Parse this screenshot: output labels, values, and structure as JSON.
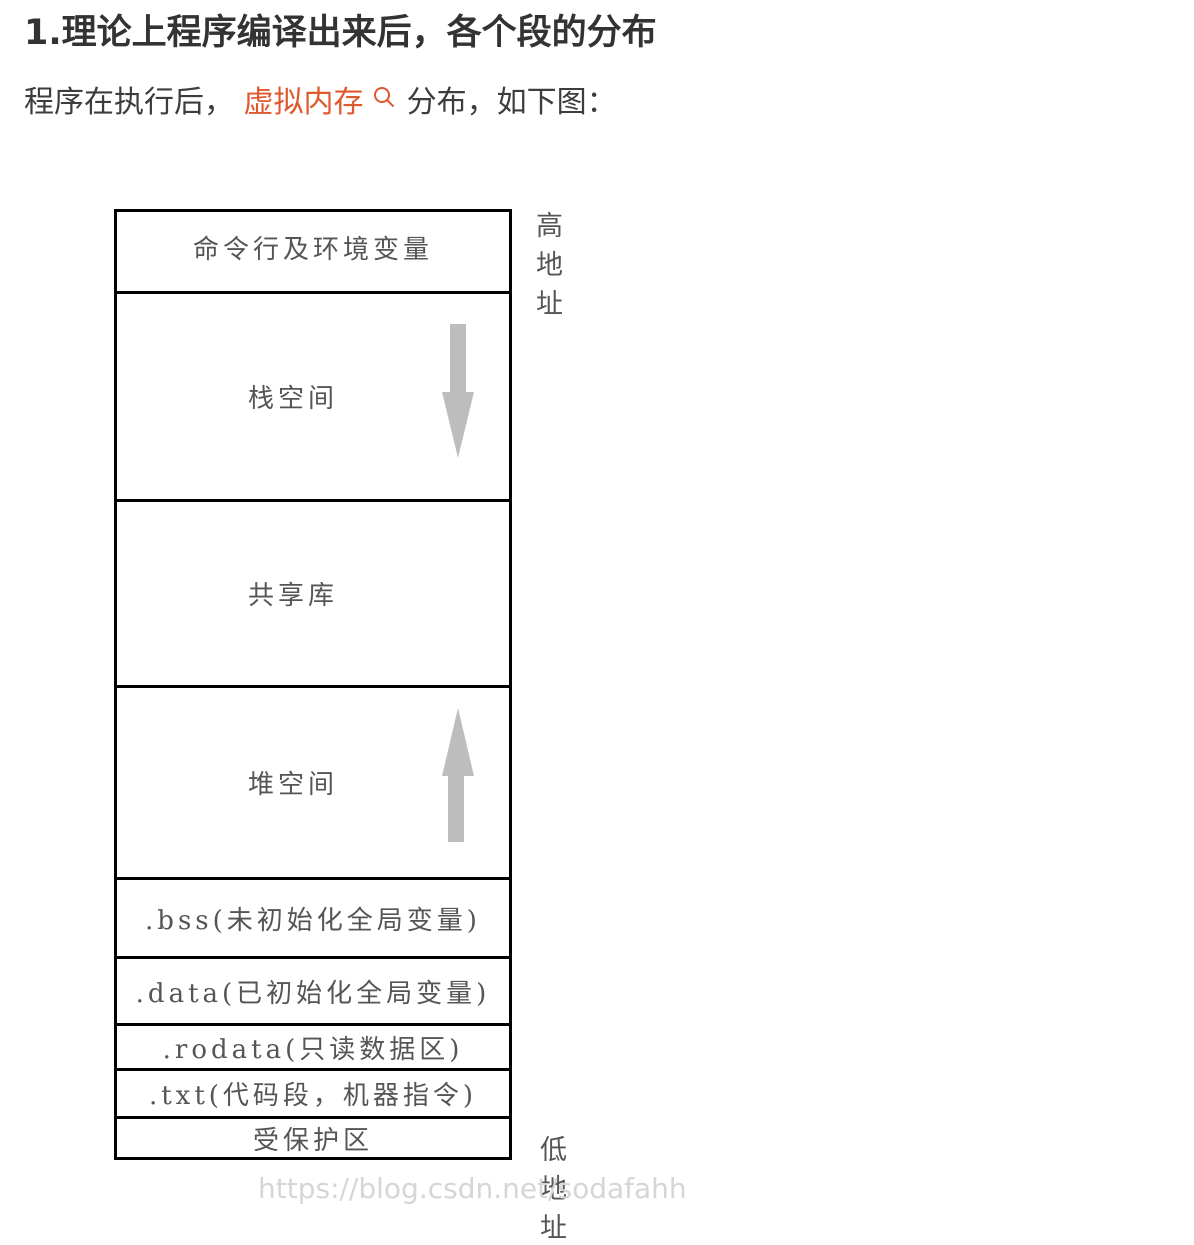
{
  "heading": "1.理论上程序编译出来后，各个段的分布",
  "paragraph": {
    "before": "程序在执行后，",
    "link": "虚拟内存",
    "link_icon": "search-icon",
    "after": "分布，如下图："
  },
  "diagram": {
    "high_address": "高地址",
    "low_address": "低地址",
    "segments": [
      {
        "label": "命令行及环境变量"
      },
      {
        "label": "栈空间",
        "arrow": "down"
      },
      {
        "label": "共享库"
      },
      {
        "label": "堆空间",
        "arrow": "up"
      },
      {
        "label": ".bss(未初始化全局变量)"
      },
      {
        "label": ".data(已初始化全局变量)"
      },
      {
        "label": ".rodata(只读数据区)"
      },
      {
        "label": ".txt(代码段，机器指令)"
      },
      {
        "label": "受保护区"
      }
    ],
    "watermark": "https://blog.csdn.net/sodafahh"
  },
  "colors": {
    "link": "#e0582e",
    "arrow": "#bdbdbd",
    "text": "#333333"
  }
}
